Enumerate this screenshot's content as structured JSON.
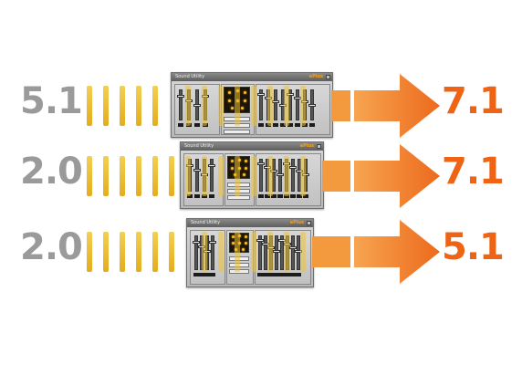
{
  "rows": [
    {
      "source": "5.1",
      "target": "7.1",
      "window": {
        "title": "Sound Utility",
        "brand": "ePlus"
      }
    },
    {
      "source": "2.0",
      "target": "7.1",
      "window": {
        "title": "Sound Utility",
        "brand": "ePlus"
      }
    },
    {
      "source": "2.0",
      "target": "5.1",
      "window": {
        "title": "Sound Utility",
        "brand": "ePlus"
      }
    }
  ],
  "colors": {
    "source_text": "#9a9a9a",
    "target_text": "#ee6414",
    "bars": "#e9b428",
    "arrow": "#f08a30"
  },
  "icon_names": [
    "arrow-right-icon"
  ]
}
